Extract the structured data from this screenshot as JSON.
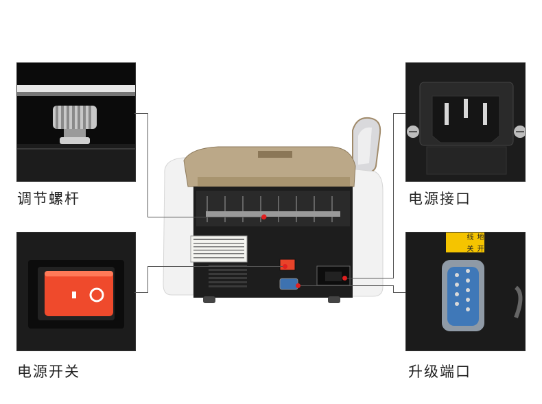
{
  "captions": {
    "adjust_screw": "调节螺杆",
    "power_port": "电源接口",
    "power_switch": "电源开关",
    "upgrade_port": "升级端口"
  },
  "upgrade_sticker": {
    "col1": "地线",
    "col2": "开关"
  }
}
